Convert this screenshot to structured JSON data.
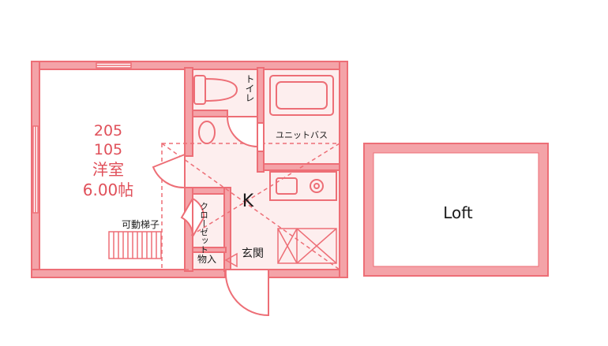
{
  "rooms": {
    "room_numbers": [
      "205",
      "105"
    ],
    "western_room": "洋室",
    "western_room_size": "6.00帖",
    "movable_ladder": "可動梯子",
    "toilet": "トイレ",
    "unit_bath": "ユニットバス",
    "kitchen": "K",
    "closet": "クローゼット",
    "storage": "物入",
    "entrance": "玄関",
    "loft": "Loft"
  },
  "colors": {
    "wall": "#ed6e76",
    "wall_fill": "#f4a3a8",
    "floor_tint": "#fdeeee",
    "text_red": "#e0505a",
    "text_dark": "#1a1a1a"
  }
}
